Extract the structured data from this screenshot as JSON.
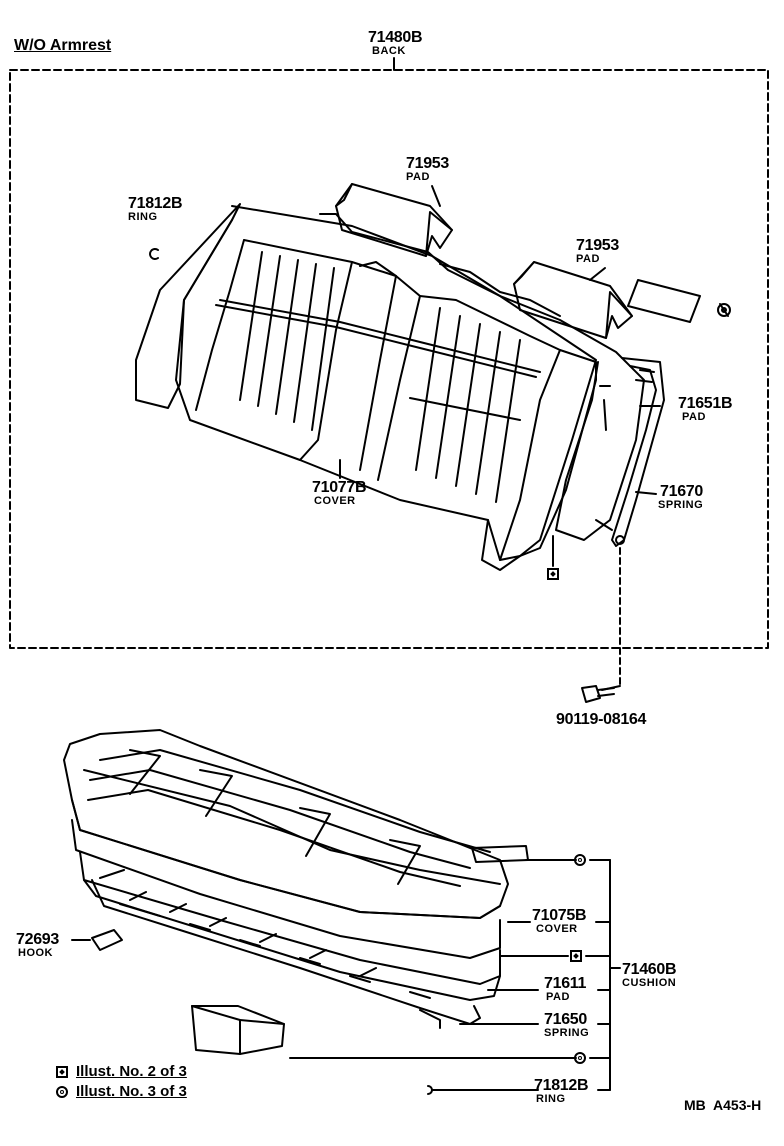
{
  "header": {
    "title": "W/O Armrest"
  },
  "labels": {
    "back": {
      "number": "71480B",
      "name": "BACK"
    },
    "ring_top": {
      "number": "71812B",
      "name": "RING"
    },
    "pad_left": {
      "number": "71953",
      "name": "PAD"
    },
    "pad_right": {
      "number": "71953",
      "name": "PAD"
    },
    "back_pad": {
      "number": "71651B",
      "name": "PAD"
    },
    "back_cover": {
      "number": "71077B",
      "name": "COVER"
    },
    "back_spring": {
      "number": "71670",
      "name": "SPRING"
    },
    "bolt": {
      "number": "90119-08164"
    },
    "hook": {
      "number": "72693",
      "name": "HOOK"
    },
    "cushion_cover": {
      "number": "71075B",
      "name": "COVER"
    },
    "cushion": {
      "number": "71460B",
      "name": "CUSHION"
    },
    "cushion_pad": {
      "number": "71611",
      "name": "PAD"
    },
    "cushion_spring": {
      "number": "71650",
      "name": "SPRING"
    },
    "ring_bottom": {
      "number": "71812B",
      "name": "RING"
    }
  },
  "legend": [
    {
      "marker": "square",
      "text": "Illust. No. 2 of 3"
    },
    {
      "marker": "circle",
      "text": "Illust. No. 3 of 3"
    }
  ],
  "footer": {
    "reference": "MB  A453-H"
  }
}
